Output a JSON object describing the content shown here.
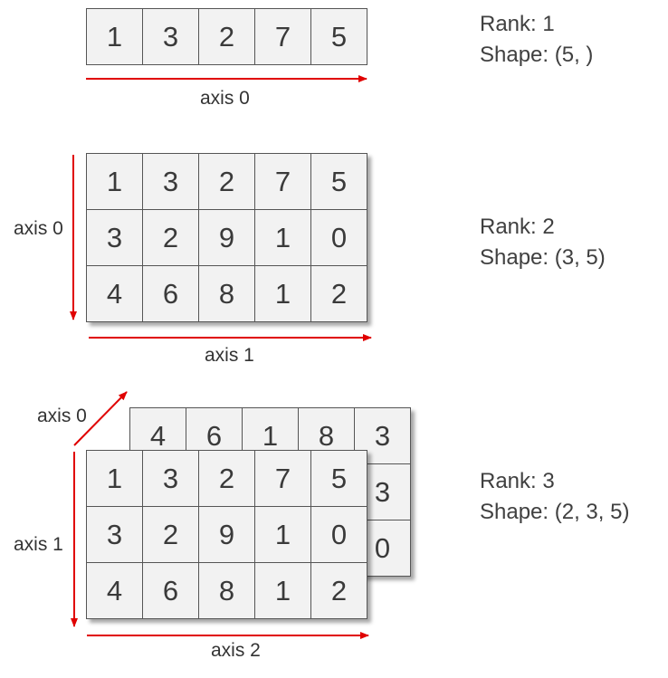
{
  "tensors": [
    {
      "rows": [
        [
          "1",
          "3",
          "2",
          "7",
          "5"
        ]
      ],
      "axis_labels": [
        "axis 0"
      ],
      "rank_text": "Rank: 1",
      "shape_text": "Shape: (5, )"
    },
    {
      "rows": [
        [
          "1",
          "3",
          "2",
          "7",
          "5"
        ],
        [
          "3",
          "2",
          "9",
          "1",
          "0"
        ],
        [
          "4",
          "6",
          "8",
          "1",
          "2"
        ]
      ],
      "axis_labels": [
        "axis 0",
        "axis 1"
      ],
      "rank_text": "Rank: 2",
      "shape_text": "Shape: (3, 5)"
    },
    {
      "back_rows": [
        [
          "4",
          "6",
          "1",
          "8",
          "3"
        ],
        [
          "",
          "",
          "",
          "",
          "3"
        ],
        [
          "",
          "",
          "",
          "",
          "0"
        ]
      ],
      "rows": [
        [
          "1",
          "3",
          "2",
          "7",
          "5"
        ],
        [
          "3",
          "2",
          "9",
          "1",
          "0"
        ],
        [
          "4",
          "6",
          "8",
          "1",
          "2"
        ]
      ],
      "axis_labels": [
        "axis 0",
        "axis 1",
        "axis 2"
      ],
      "rank_text": "Rank: 3",
      "shape_text": "Shape: (2, 3, 5)"
    }
  ],
  "colors": {
    "arrow": "#e00000",
    "cell_fill": "#f2f2f2",
    "cell_border": "#555555"
  }
}
